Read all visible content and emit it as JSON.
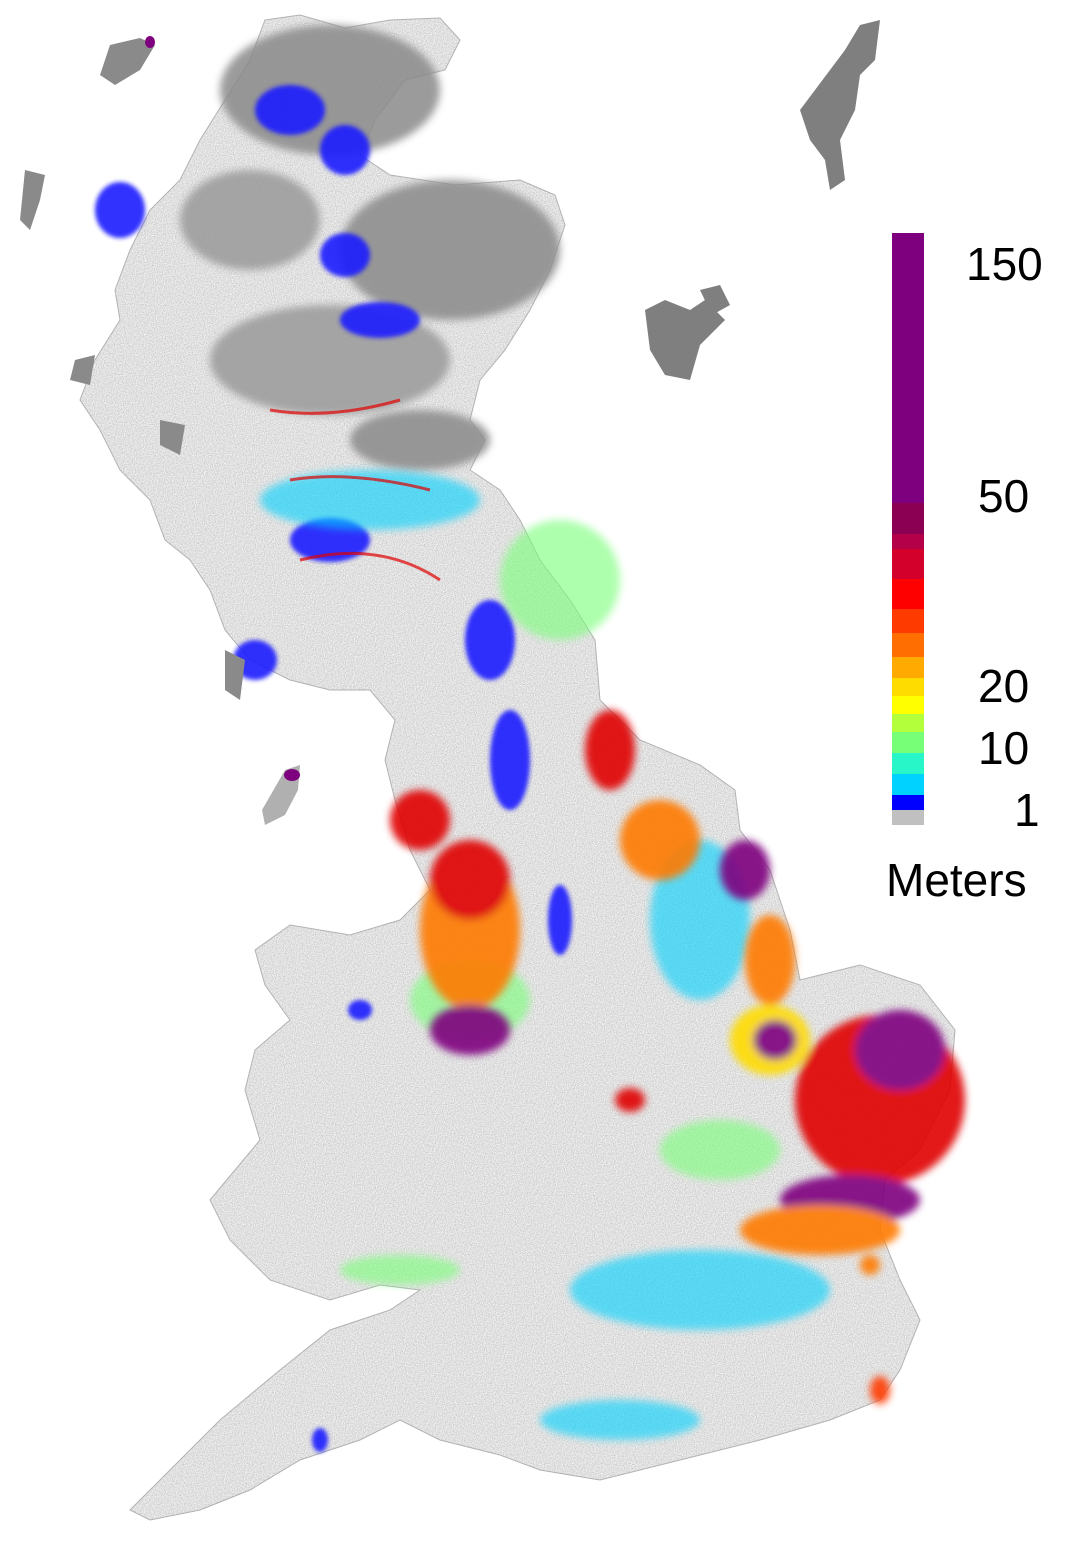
{
  "legend": {
    "unit": "Meters",
    "tick_labels": [
      "150",
      "50",
      "20",
      "10",
      "1"
    ],
    "swatches": [
      {
        "color": "#7f007f"
      },
      {
        "color": "#8b0052"
      },
      {
        "color": "#b40049"
      },
      {
        "color": "#d2002a"
      },
      {
        "color": "#ff0000"
      },
      {
        "color": "#ff3a00"
      },
      {
        "color": "#ff6e00"
      },
      {
        "color": "#ffaa00"
      },
      {
        "color": "#ffdc00"
      },
      {
        "color": "#ffff00"
      },
      {
        "color": "#b4ff3c"
      },
      {
        "color": "#78ff78"
      },
      {
        "color": "#28f5c8"
      },
      {
        "color": "#00d2ff"
      },
      {
        "color": "#0000ff"
      },
      {
        "color": "#c0c0c0"
      }
    ]
  },
  "colors": {
    "background": "#ffffff",
    "land_low": "#808080",
    "land_outline": "#9a9a9a",
    "shallow": "#0000ff",
    "cyan": "#00d2ff",
    "green": "#78ff78",
    "yellow": "#ffff00",
    "orange": "#ff7a00",
    "red": "#e00000",
    "deep": "#7f007f"
  }
}
